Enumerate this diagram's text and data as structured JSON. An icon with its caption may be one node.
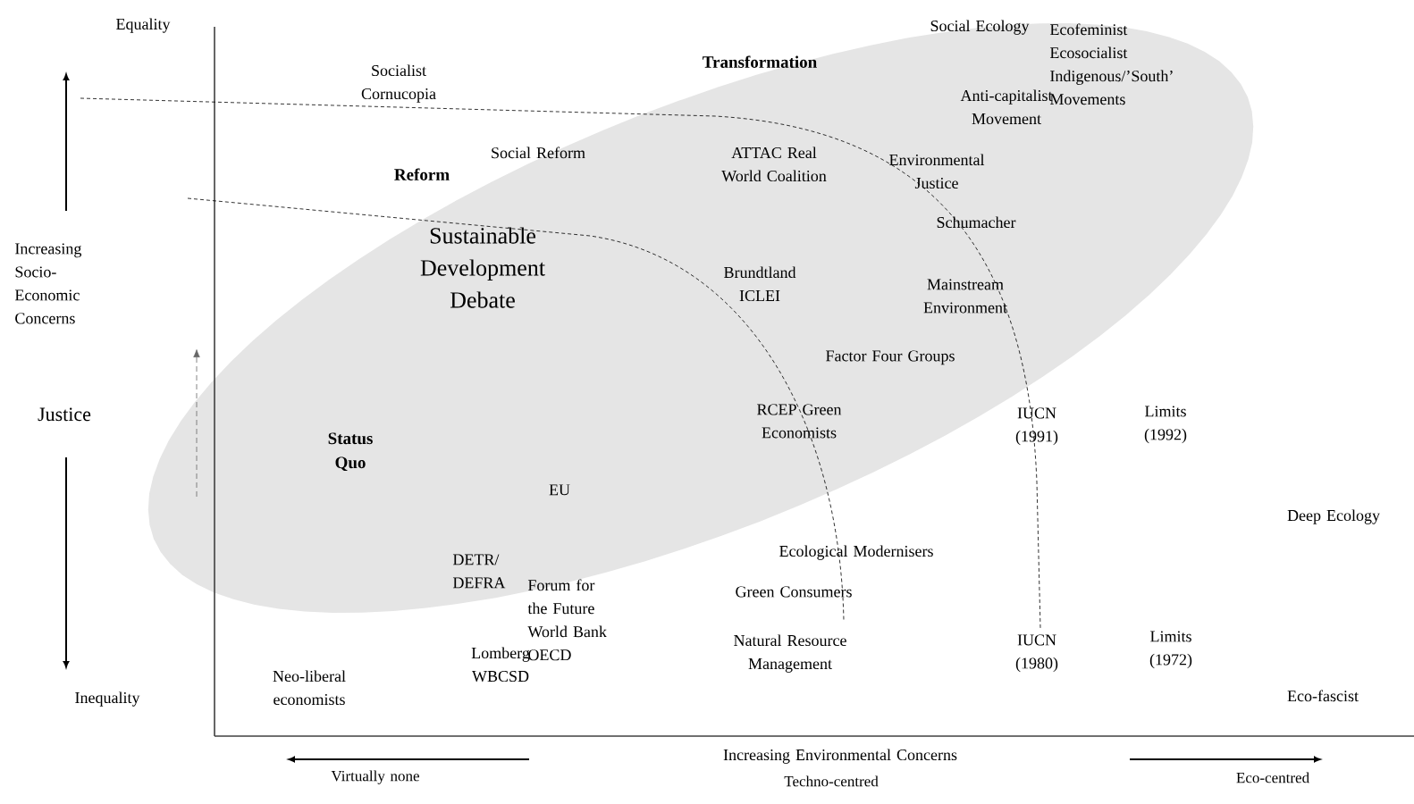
{
  "diagram": {
    "labels": [
      "Equality",
      "Socialist Cornucopia",
      "Transformation",
      "Social Ecology",
      "Ecofeminist Ecosocialist Indigenous/’South’ Movements",
      "Anti-capitalist Movement",
      "Environmental Justice",
      "Schumacher",
      "Social Reform",
      "Reform",
      "ATTAC Real World Coalition",
      "Sustainable Development Debate",
      "Brundtland ICLEI",
      "Mainstream Environment",
      "Factor Four Groups",
      "RCEP Green Economists",
      "IUCN (1991)",
      "Limits (1992)",
      "Increasing Socio-Economic Concerns",
      "Justice",
      "Status Quo",
      "EU",
      "Deep Ecology",
      "DETR/ DEFRA",
      "Forum for the Future World Bank OECD",
      "Lomberg WBCSD",
      "Neo-liberal economists",
      "Inequality",
      "Ecological Modernisers",
      "Green Consumers",
      "Natural Resource Management",
      "IUCN (1980)",
      "Limits (1972)",
      "Eco-fascist",
      "Virtually none",
      "Increasing Environmental Concerns",
      "Techno-centred",
      "Eco-centred"
    ]
  }
}
